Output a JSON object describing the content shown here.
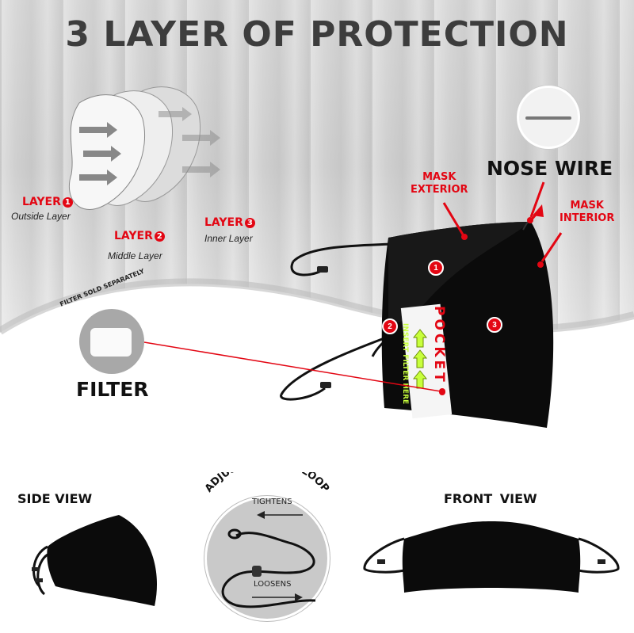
{
  "title": "3 LAYER OF PROTECTION",
  "layers": [
    {
      "label": "LAYER",
      "number": "1",
      "sub": "Outside Layer"
    },
    {
      "label": "LAYER",
      "number": "2",
      "sub": "Middle Layer"
    },
    {
      "label": "LAYER",
      "number": "3",
      "sub": "Inner Layer"
    }
  ],
  "callouts": {
    "nose_wire": "NOSE WIRE",
    "mask_exterior_1": "MASK",
    "mask_exterior_2": "EXTERIOR",
    "mask_interior_1": "MASK",
    "mask_interior_2": "INTERIOR",
    "pocket": "POCKET",
    "insert_filter": "INSERT FILTER HERE"
  },
  "mask_numbers": [
    "1",
    "2",
    "3"
  ],
  "filter": {
    "caption": "FILTER SOLD SEPARATELY",
    "label": "FILTER"
  },
  "side_view": "SIDE VIEW",
  "front_view": "FRONT VIEW",
  "ear_loop": {
    "title": "ADJUSTABLE EAR LOOP",
    "tightens": "TIGHTENS",
    "loosens": "LOOSENS"
  },
  "colors": {
    "accent": "#e30613",
    "title": "#3d3d3d",
    "highlight": "#c8ff3c"
  }
}
